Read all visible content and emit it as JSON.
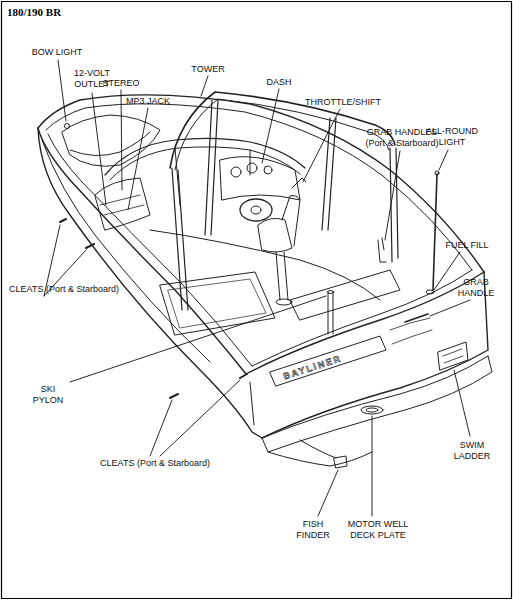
{
  "diagram": {
    "title": "180/190 BR",
    "labels": [
      "BOW LIGHT",
      "12-VOLT OUTLET",
      "STEREO",
      "MP3 JACK",
      "TOWER",
      "DASH",
      "THROTTLE/SHIFT",
      "ALL-ROUND LIGHT",
      "GRAB HANDLES (Port & Starboard)",
      "FUEL FILL",
      "GRAB HANDLE",
      "CLEATS (Port & Starboard)",
      "SKI PYLON",
      "CLEATS (Port & Starboard)",
      "SWIM LADDER",
      "FISH FINDER",
      "MOTOR WELL DECK PLATE",
      "BAYLINER"
    ]
  }
}
